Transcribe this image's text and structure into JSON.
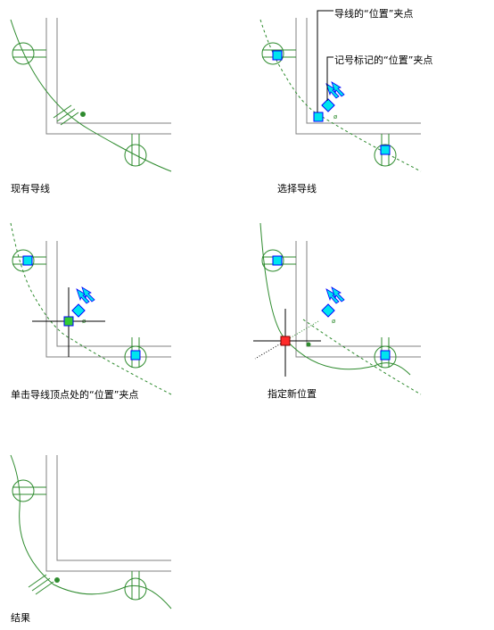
{
  "captions": {
    "p1": "现有导线",
    "p2": "选择导线",
    "p3": "单击导线顶点处的“位置”夹点",
    "p4": "指定新位置",
    "p5": "结果"
  },
  "callouts": {
    "wire_position_grip": "导线的“位置”夹点",
    "tag_position_grip": "记号标记的“位置”夹点"
  },
  "colors": {
    "wire": "#2e8b2e",
    "wall": "#808080",
    "grip_fill": "#00e5ee",
    "grip_stroke": "#0000ff",
    "selected_grip": "#33cc33",
    "red_grip": "#ff2a2a",
    "black": "#000000"
  }
}
